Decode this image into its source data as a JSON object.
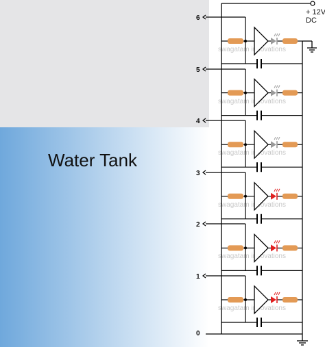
{
  "tank": {
    "label": "Water Tank",
    "water_color_left": "#7fb2e0",
    "water_color_right": "#ffffff",
    "air_color": "#e6e6e8"
  },
  "supply": {
    "voltage_label": "+ 12V",
    "type_label": "DC"
  },
  "watermark": "swagatam innovations",
  "level_labels": [
    "6",
    "5",
    "4",
    "3",
    "2",
    "1",
    "0"
  ],
  "stages": [
    {
      "level": "6",
      "led": "off"
    },
    {
      "level": "5",
      "led": "off"
    },
    {
      "level": "4",
      "led": "off"
    },
    {
      "level": "3",
      "led": "on"
    },
    {
      "level": "2",
      "led": "on"
    },
    {
      "level": "1",
      "led": "on"
    }
  ],
  "colors": {
    "resistor": "#e39a55",
    "led_on": "#e02020",
    "led_off": "#9a9a9a",
    "wire": "#000000",
    "watermark": "#c8c8c8"
  }
}
